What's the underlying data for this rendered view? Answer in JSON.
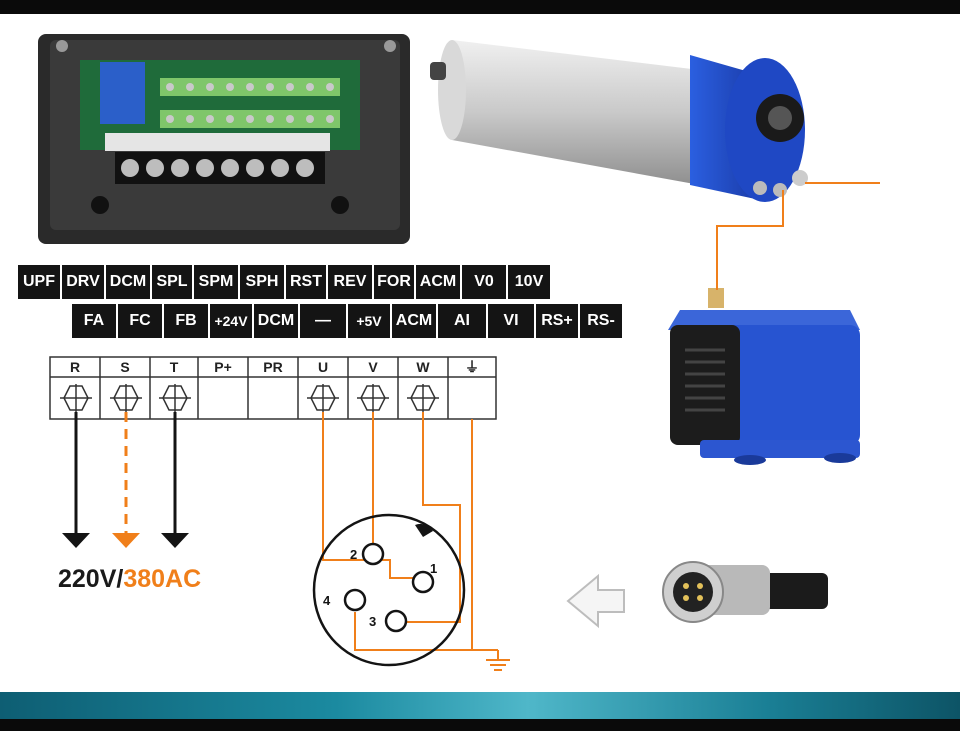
{
  "control_terminals": {
    "row1": [
      "UPF",
      "DRV",
      "DCM",
      "SPL",
      "SPM",
      "SPH",
      "RST",
      "REV",
      "FOR",
      "ACM",
      "V0",
      "10V"
    ],
    "row2": [
      "FA",
      "FC",
      "FB",
      "+24V",
      "DCM",
      "—",
      "+5V",
      "ACM",
      "AI",
      "VI",
      "RS+",
      "RS-"
    ]
  },
  "power_terminals": [
    "R",
    "S",
    "T",
    "P+",
    "PR",
    "U",
    "V",
    "W",
    "⏚"
  ],
  "connector_pins": [
    "1",
    "2",
    "3",
    "4"
  ],
  "voltage_label": {
    "part1": "220V/",
    "part2": "380AC"
  },
  "colors": {
    "orange": "#f07f1a",
    "black": "#141414",
    "spindle_blue": "#1f4fd6",
    "teal": "#1b8aa0"
  },
  "icons": [
    "arrow-left-icon",
    "ground-icon",
    "screw-terminal-icon"
  ]
}
